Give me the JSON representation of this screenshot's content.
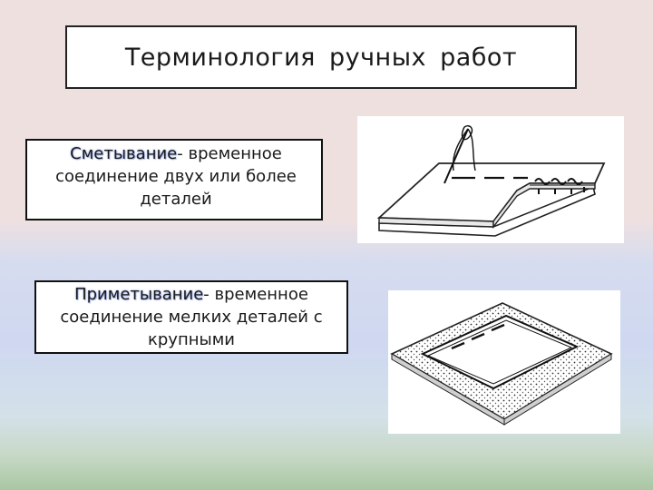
{
  "title": "Терминология ручных работ",
  "definition1": {
    "term": "Сметывание",
    "rest": "- временное соединение двух или более деталей"
  },
  "definition2": {
    "term": "Приметывание",
    "rest": "- временное соединение мелких деталей с крупными"
  },
  "illustrations": [
    {
      "name": "basting-two-fabric-layers-with-needle"
    },
    {
      "name": "basting-small-piece-onto-large-piece"
    }
  ]
}
